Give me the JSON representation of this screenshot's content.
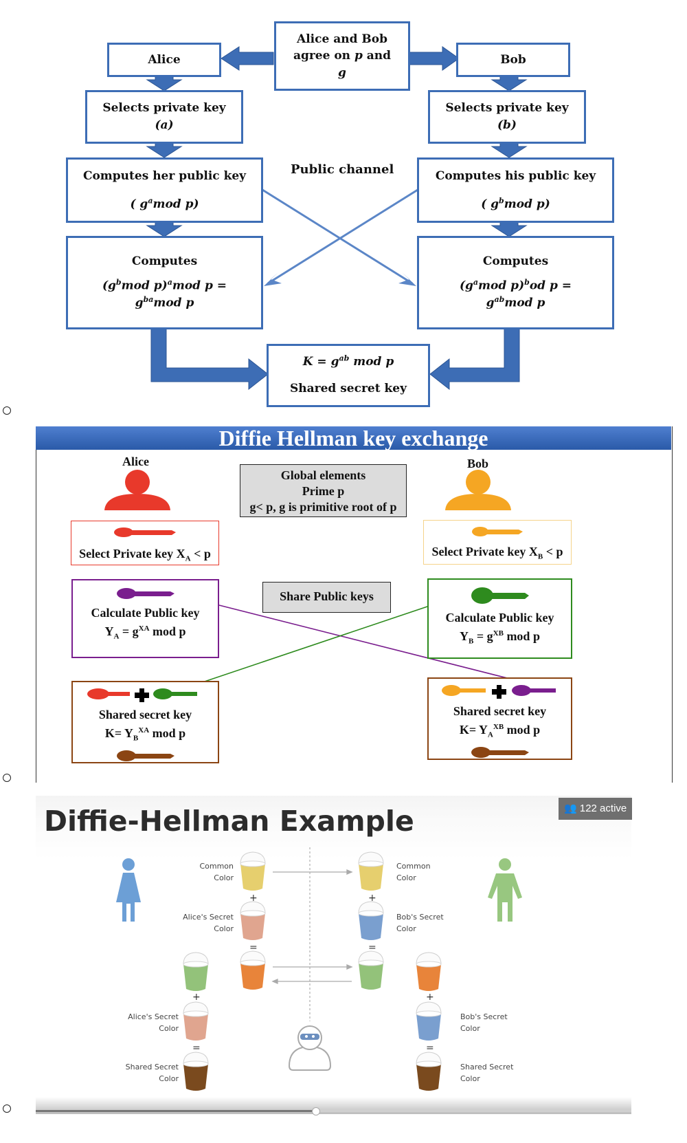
{
  "figure1": {
    "agree_line1": "Alice and Bob",
    "agree_line2_a": "agree on ",
    "agree_line2_p": "p",
    "agree_line2_b": " and",
    "agree_line3": "g",
    "alice": "Alice",
    "bob": "Bob",
    "alice_select": "Selects private key",
    "alice_select_var": "(a)",
    "bob_select": "Selects private key",
    "bob_select_var": "(b)",
    "alice_compute": "Computes her public key",
    "alice_compute_formula": "( g",
    "alice_compute_exp": "a",
    "alice_compute_tail": "mod p)",
    "bob_compute": "Computes his public key",
    "bob_compute_formula": "( g",
    "bob_compute_exp": "b",
    "bob_compute_tail": "mod p)",
    "public_channel": "Public channel",
    "alice_computes": "Computes",
    "alice_formula1_base": "(g",
    "alice_formula1_exp1": "b",
    "alice_formula1_mid": "mod p)",
    "alice_formula1_exp2": "a",
    "alice_formula1_tail": "mod p =",
    "alice_formula2_base": "g",
    "alice_formula2_exp": "ba",
    "alice_formula2_tail": "mod p",
    "bob_computes": "Computes",
    "bob_formula1_base": "(g",
    "bob_formula1_exp1": "a",
    "bob_formula1_mid": "mod p)",
    "bob_formula1_exp2": "b",
    "bob_formula1_tail": "od p =",
    "bob_formula2_base": "g",
    "bob_formula2_exp": "ab",
    "bob_formula2_tail": "mod p",
    "key_formula_a": "K = g",
    "key_formula_exp": "ab",
    "key_formula_tail": "mod p",
    "key_label": "Shared secret key",
    "arrow_color": "#3d6db5"
  },
  "figure2": {
    "title": "Diffie Hellman key exchange",
    "alice": "Alice",
    "bob": "Bob",
    "global_line1": "Global elements",
    "global_line2": "Prime p",
    "global_line3": "g< p, g is primitive root of p",
    "alice_private": "Select Private key  X",
    "alice_private_sub": "A",
    "alice_private_tail": " < p",
    "bob_private": "Select Private key  X",
    "bob_private_sub": "B",
    "bob_private_tail": " < p",
    "share_public": "Share Public keys",
    "alice_public_line1": "Calculate Public key",
    "alice_public_Y": "Y",
    "alice_public_Ysub": "A",
    "alice_public_eq": " = g",
    "alice_public_exp": "XA",
    "alice_public_tail": " mod p",
    "bob_public_line1": "Calculate Public key",
    "bob_public_Y": "Y",
    "bob_public_Ysub": "B",
    "bob_public_eq": " = g",
    "bob_public_exp": "XB",
    "bob_public_tail": " mod p",
    "alice_shared_line1": "Shared secret key",
    "alice_shared_K": "K= Y",
    "alice_shared_sub": "B",
    "alice_shared_exp": "XA",
    "alice_shared_tail": " mod p",
    "bob_shared_line1": "Shared secret key",
    "bob_shared_K": "K= Y",
    "bob_shared_sub": "A",
    "bob_shared_exp": "XB",
    "bob_shared_tail": " mod p",
    "colors": {
      "alice": "#e8392b",
      "bob": "#f5a623",
      "alice_public": "#7a1e8e",
      "bob_public": "#2e8b1e",
      "shared": "#8b4513"
    }
  },
  "figure3": {
    "title": "Diffie-Hellman Example",
    "badge": "122 active",
    "common_color_left_1": "Common",
    "common_color_left_2": "Color",
    "common_color_right_1": "Common",
    "common_color_right_2": "Color",
    "alice_secret_1": "Alice's Secret",
    "alice_secret_2": "Color",
    "bob_secret_1": "Bob's Secret",
    "bob_secret_2": "Color",
    "alice_secret_b_1": "Alice's Secret",
    "alice_secret_b_2": "Color",
    "bob_secret_b_1": "Bob's Secret",
    "bob_secret_b_2": "Color",
    "shared_left_1": "Shared Secret",
    "shared_left_2": "Color",
    "shared_right_1": "Shared Secret",
    "shared_right_2": "Color",
    "plus": "+",
    "equals": "=",
    "paint_colors": {
      "common": "#e6cf6e",
      "alice_secret": "#e0a58f",
      "bob_secret": "#7a9fcf",
      "alice_mix": "#e8843a",
      "bob_mix": "#93c27a",
      "shared": "#7a4a1e"
    },
    "person_colors": {
      "alice": "#6c9fd6",
      "bob": "#98c780",
      "eve": "#a8a8a8"
    }
  }
}
